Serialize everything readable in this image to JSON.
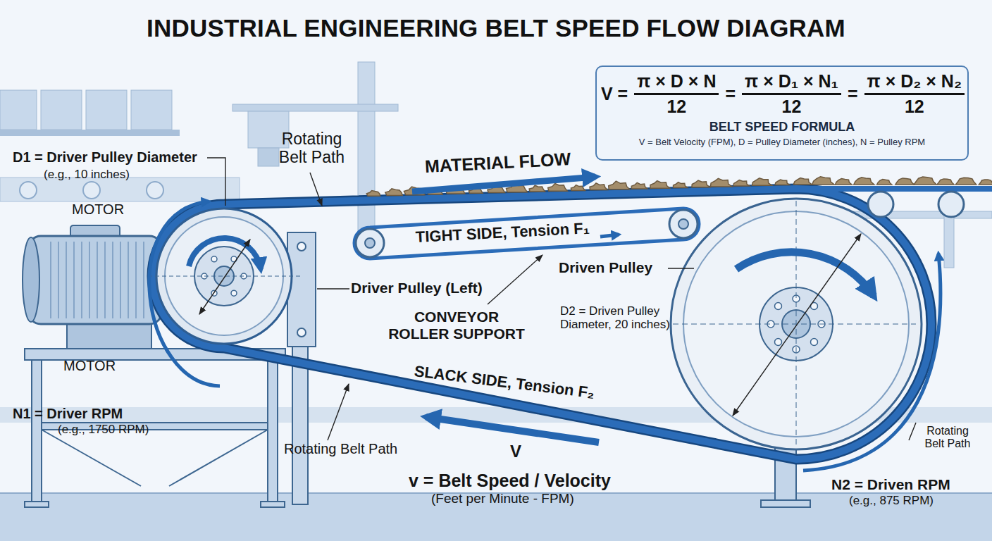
{
  "diagram": {
    "title": "INDUSTRIAL ENGINEERING BELT SPEED FLOW DIAGRAM",
    "nodes": [
      {
        "text": [
          "V =",
          "π × D × N",
          "12",
          "=",
          "π × D₁ × N₁",
          "12",
          "=",
          "π × D₂ × N₂",
          "12",
          "BELT SPEED FORMULA",
          "V = Belt Velocity (FPM), D = Pulley Diameter (inches), N = Pulley RPM"
        ]
      }
    ],
    "labels": [
      "D1 = Driver Pulley Diameter",
      "(e.g., 10 inches)",
      "MOTOR",
      "Rotating Belt Path",
      "MATERIAL FLOW",
      "TIGHT SIDE, Tension F₁",
      "Driven Pulley",
      "Driver Pulley (Left)",
      "CONVEYOR ROLLER SUPPORT",
      "D2 = Driven Pulley Diameter, 20 inches)",
      "MOTOR",
      "SLACK SIDE, Tension F₂",
      "N1 = Driver RPM",
      "(e.g., 1750 RPM)",
      "Rotating Belt Path",
      "V",
      "v = Belt Speed / Velocity",
      "(Feet per Minute - FPM)",
      "Rotating Belt Path",
      "N2 = Driven RPM",
      "(e.g., 875 RPM)"
    ]
  }
}
